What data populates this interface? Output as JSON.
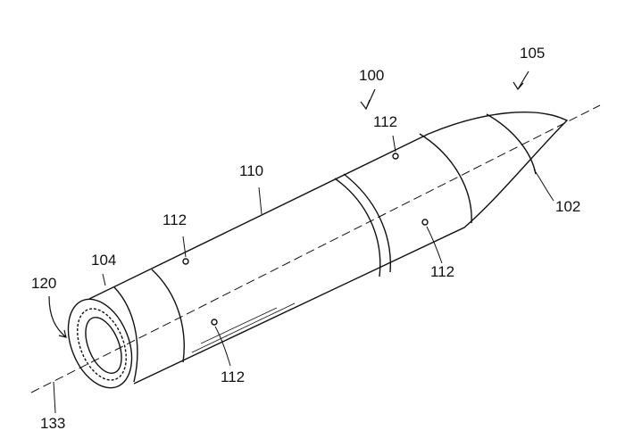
{
  "figure": {
    "labels": {
      "assembly": "100",
      "direction": "105",
      "port_top_right": "112",
      "body": "110",
      "port_left": "112",
      "nose": "102",
      "port_right": "112",
      "rear_ring": "104",
      "rear_end": "120",
      "port_bottom": "112",
      "axis": "133"
    }
  }
}
